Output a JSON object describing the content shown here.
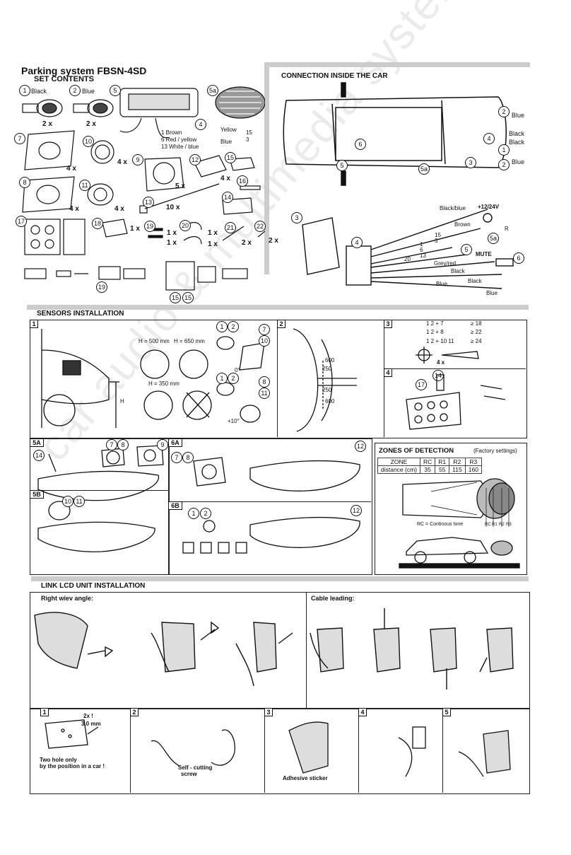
{
  "header": {
    "title": "Parking system FBSN-4SD",
    "subtitle": "SET CONTENTS"
  },
  "set_contents": {
    "items": [
      {
        "n": "1",
        "label": "Black",
        "qty": "2 x"
      },
      {
        "n": "2",
        "label": "Blue",
        "qty": "2 x"
      },
      {
        "n": "5",
        "label": ""
      },
      {
        "n": "5a",
        "label": ""
      },
      {
        "n": "7",
        "qty": "4 x"
      },
      {
        "n": "10",
        "qty": "4 x"
      },
      {
        "n": "9",
        "qty": ""
      },
      {
        "n": "12",
        "qty": "5 x"
      },
      {
        "n": "15",
        "qty": "4 x"
      },
      {
        "n": "16",
        "qty": ""
      },
      {
        "n": "8",
        "qty": "4 x"
      },
      {
        "n": "11",
        "qty": "4 x"
      },
      {
        "n": "13",
        "qty": "10 x"
      },
      {
        "n": "14",
        "qty": ""
      },
      {
        "n": "17",
        "qty": ""
      },
      {
        "n": "18",
        "qty": "1 x"
      },
      {
        "n": "19",
        "qty": "1 x"
      },
      {
        "n": "20",
        "qty": "1 x"
      },
      {
        "n": "21",
        "qty": "2 x"
      },
      {
        "n": "22",
        "qty": "2 x"
      }
    ],
    "qty_19b": "1 x",
    "qty_20b": "1 x",
    "lcd_wires": [
      "1  Brown",
      "6 Red / yellow",
      "13 White / blue"
    ],
    "speaker_wires": {
      "yellow": "Yellow",
      "blue": "Blue",
      "pin15": "15",
      "pin3": "3"
    },
    "circ4": "4",
    "bottom_refs": [
      "19",
      "15",
      "15"
    ]
  },
  "connection": {
    "title": "CONNECTION INSIDE THE CAR",
    "labels": {
      "blue1": "Blue",
      "black1": "Black",
      "black2": "Black",
      "blue2": "Blue"
    },
    "nums": [
      "2",
      "4",
      "1",
      "2",
      "3",
      "5",
      "6",
      "5a"
    ]
  },
  "wiring": {
    "nums": [
      "3",
      "4",
      "5a",
      "5",
      "6"
    ],
    "texts": {
      "black_blue": "Black/blue",
      "v12": "+12/24V",
      "brown": "Brown",
      "p15": "15",
      "p3": "3",
      "p1": "1",
      "p6": "6",
      "p13": "13",
      "p20": "20",
      "grey_red": "Grey/red",
      "black_a": "Black",
      "black_b": "Black",
      "blue_a": "Blue",
      "blue_b": "Blue",
      "mute": "MUTE",
      "r": "R"
    }
  },
  "sensors": {
    "title": "SENSORS INSTALLATION",
    "steps": [
      "1",
      "2",
      "3",
      "4"
    ],
    "h500": "H = 500 mm",
    "h650": "H = 650 mm",
    "h350": "H = 350 mm",
    "h": "H",
    "deg0": "0°",
    "deg10": "+10°",
    "d600a": "600",
    "d250a": "250",
    "d250b": "250",
    "d600b": "600",
    "combos": [
      "1  2 +  7",
      "1  2 +  8",
      "1  2 +  10  11"
    ],
    "mm": [
      "≥ 18",
      "≥ 22",
      "≥ 24"
    ],
    "x4": "4 x",
    "refs": [
      "1",
      "2",
      "7",
      "10",
      "1",
      "2",
      "8",
      "11",
      "14",
      "17"
    ]
  },
  "bumper": {
    "s5a": "5A",
    "s5b": "5B",
    "s6a": "6A",
    "s6b": "6B",
    "refs": [
      "14",
      "7",
      "8",
      "9",
      "10",
      "11",
      "7",
      "8",
      "12",
      "1",
      "2",
      "12"
    ]
  },
  "zones": {
    "title": "ZONES OF DETECTION",
    "factory": "(Factory settings)",
    "header": [
      "ZONE",
      "RC",
      "R1",
      "R2",
      "R3"
    ],
    "row_label": "distance (cm)",
    "row": [
      "35",
      "55",
      "115",
      "160"
    ],
    "rc_note": "RC = Continous tone",
    "axis": [
      "RC",
      "R1",
      "R2",
      "R3"
    ]
  },
  "lcd": {
    "title": "LINK LCD UNIT INSTALLATION",
    "right_view": "Right wiev angle:",
    "cable": "Cable leading:",
    "steps": [
      "1",
      "2",
      "3",
      "4",
      "5"
    ],
    "twox": "2x !",
    "mm3": "3,0 mm",
    "two_hole_1": "Two hole only",
    "two_hole_2": "by the position in a car !",
    "self_cut_1": "Self - cutting",
    "self_cut_2": "screw",
    "adhesive": "Adhesive sticker"
  },
  "watermark": "car audio & multimedia system    www.alpo.pl"
}
